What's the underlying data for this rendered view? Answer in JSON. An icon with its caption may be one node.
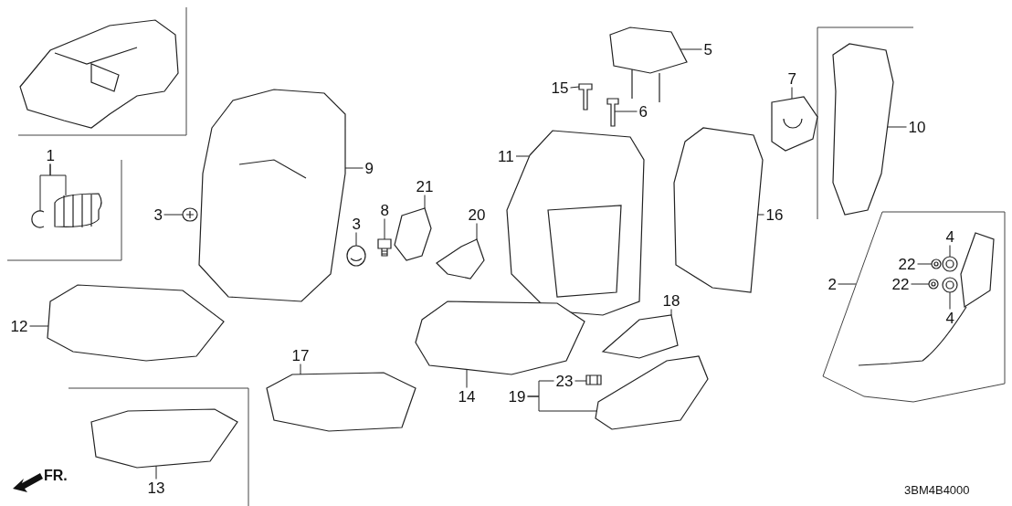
{
  "diagram": {
    "nodes": [
      {
        "text": [
          "5"
        ]
      },
      {
        "text": [
          "15"
        ]
      },
      {
        "text": [
          "7"
        ]
      },
      {
        "text": [
          "6"
        ]
      },
      {
        "text": [
          "10"
        ]
      },
      {
        "text": [
          "1"
        ]
      },
      {
        "text": [
          "11"
        ]
      },
      {
        "text": [
          "9"
        ]
      },
      {
        "text": [
          "21"
        ]
      },
      {
        "text": [
          "8"
        ]
      },
      {
        "text": [
          "3"
        ]
      },
      {
        "text": [
          "16"
        ]
      },
      {
        "text": [
          "3"
        ]
      },
      {
        "text": [
          "20"
        ]
      },
      {
        "text": [],
        "shape": "box"
      },
      {
        "text": [
          "4"
        ],
        "in": 14
      },
      {
        "text": [
          "22"
        ],
        "in": 14
      },
      {
        "text": [
          "2"
        ]
      },
      {
        "text": [
          "22"
        ],
        "in": 14
      },
      {
        "text": [
          "4"
        ],
        "in": 14
      },
      {
        "text": [
          "12"
        ]
      },
      {
        "text": [
          "18"
        ]
      },
      {
        "text": [
          "17"
        ]
      },
      {
        "text": [
          "23"
        ]
      },
      {
        "text": [
          "14"
        ]
      },
      {
        "text": [
          "19"
        ]
      },
      {
        "text": [
          "13"
        ]
      },
      {
        "text": [],
        "shape": "picture"
      },
      {
        "text": [],
        "shape": "picture"
      },
      {
        "text": [],
        "shape": "picture"
      },
      {
        "text": [],
        "shape": "picture"
      },
      {
        "text": [],
        "shape": "picture"
      },
      {
        "text": [],
        "shape": "picture"
      },
      {
        "text": [],
        "shape": "picture"
      },
      {
        "text": [],
        "shape": "picture"
      },
      {
        "text": [],
        "shape": "picture"
      },
      {
        "text": [],
        "shape": "picture"
      },
      {
        "text": [],
        "shape": "picture"
      },
      {
        "text": [],
        "shape": "picture"
      },
      {
        "text": [],
        "shape": "picture"
      },
      {
        "text": [],
        "shape": "picture"
      },
      {
        "text": [],
        "shape": "picture"
      },
      {
        "text": [],
        "shape": "picture",
        "in": 14
      },
      {
        "text": [],
        "shape": "picture",
        "in": 14
      },
      {
        "text": [],
        "shape": "picture",
        "in": 14
      },
      {
        "text": [],
        "shape": "picture",
        "in": 14
      },
      {
        "text": [],
        "shape": "picture"
      },
      {
        "text": [],
        "shape": "picture"
      },
      {
        "text": [],
        "shape": "picture"
      },
      {
        "text": [],
        "shape": "picture"
      },
      {
        "text": [],
        "shape": "picture"
      },
      {
        "text": [],
        "shape": "picture"
      },
      {
        "text": [],
        "shape": "picture"
      }
    ],
    "edges": [
      {
        "from": 0,
        "to": 27,
        "arrow": "none"
      },
      {
        "from": 1,
        "to": 28,
        "arrow": "none"
      },
      {
        "from": 2,
        "to": 29,
        "arrow": "none"
      },
      {
        "from": 3,
        "to": 30,
        "arrow": "none"
      },
      {
        "from": 4,
        "to": 31,
        "arrow": "none"
      },
      {
        "from": 5,
        "to": 32,
        "arrow": "none"
      },
      {
        "from": 5,
        "to": 33,
        "arrow": "none"
      },
      {
        "from": 6,
        "to": 34,
        "arrow": "none"
      },
      {
        "from": 7,
        "to": 35,
        "arrow": "none"
      },
      {
        "from": 8,
        "to": 36,
        "arrow": "none"
      },
      {
        "from": 9,
        "to": 37,
        "arrow": "none"
      },
      {
        "from": 10,
        "to": 38,
        "arrow": "none"
      },
      {
        "from": 11,
        "to": 39,
        "arrow": "none"
      },
      {
        "from": 12,
        "to": 40,
        "arrow": "none"
      },
      {
        "from": 13,
        "to": 41,
        "arrow": "none"
      },
      {
        "from": 15,
        "to": 42,
        "arrow": "none"
      },
      {
        "from": 16,
        "to": 43,
        "arrow": "none"
      },
      {
        "from": 17,
        "to": 14,
        "arrow": "none"
      },
      {
        "from": 18,
        "to": 44,
        "arrow": "none"
      },
      {
        "from": 19,
        "to": 45,
        "arrow": "none"
      },
      {
        "from": 20,
        "to": 46,
        "arrow": "none"
      },
      {
        "from": 21,
        "to": 47,
        "arrow": "none"
      },
      {
        "from": 22,
        "to": 48,
        "arrow": "none"
      },
      {
        "from": 23,
        "to": 49,
        "arrow": "none"
      },
      {
        "from": 24,
        "to": 50,
        "arrow": "none"
      },
      {
        "from": 25,
        "to": 51,
        "arrow": "none"
      },
      {
        "from": 25,
        "to": 23,
        "arrow": "none"
      },
      {
        "from": 26,
        "to": 52,
        "arrow": "none"
      }
    ],
    "labels": [
      "FR.",
      "3BM4B4000"
    ]
  }
}
